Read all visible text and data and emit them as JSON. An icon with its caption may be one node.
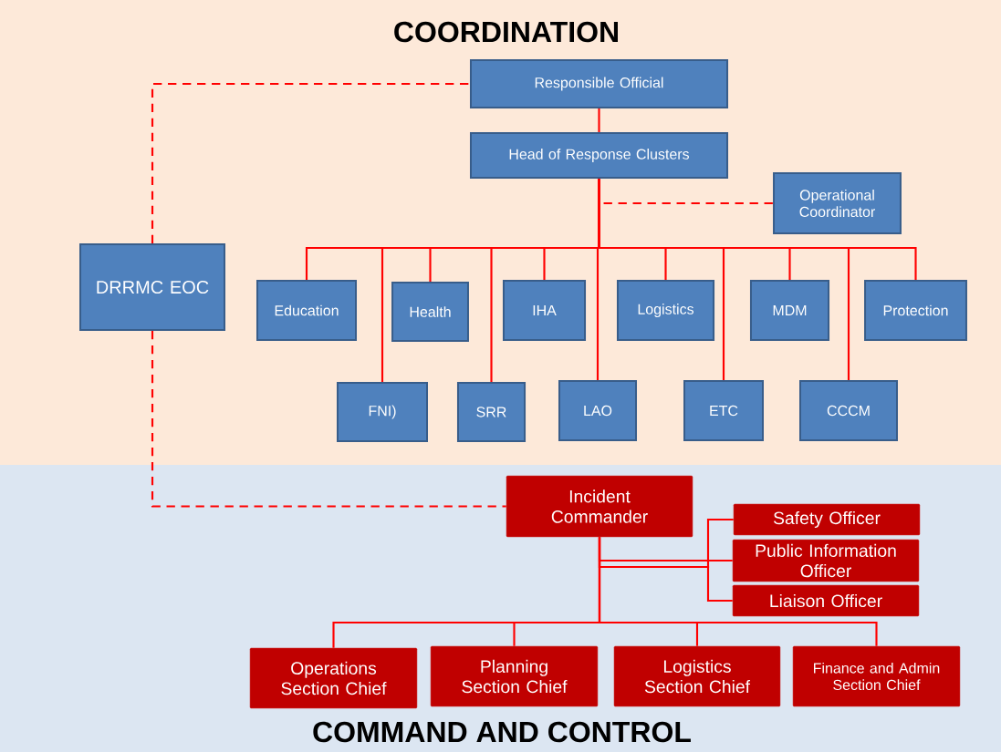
{
  "diagram": {
    "nodes": [
      {
        "text": [
          "COORDINATION"
        ]
      },
      {
        "text": [
          "Responsible Official"
        ],
        "in": 0
      },
      {
        "text": [
          "Head of Response Clusters"
        ],
        "in": 0
      },
      {
        "text": [
          "Operational Coordinator"
        ],
        "in": 0
      },
      {
        "text": [
          "DRRMC EOC"
        ],
        "in": 0
      },
      {
        "text": [
          "Education"
        ],
        "in": 0
      },
      {
        "text": [
          "FNI)"
        ],
        "in": 0
      },
      {
        "text": [
          "Health"
        ],
        "in": 0
      },
      {
        "text": [
          "SRR"
        ],
        "in": 0
      },
      {
        "text": [
          "IHA"
        ],
        "in": 0
      },
      {
        "text": [
          "LAO"
        ],
        "in": 0
      },
      {
        "text": [
          "Logistics"
        ],
        "in": 0
      },
      {
        "text": [
          "ETC"
        ],
        "in": 0
      },
      {
        "text": [
          "MDM"
        ],
        "in": 0
      },
      {
        "text": [
          "CCCM"
        ],
        "in": 0
      },
      {
        "text": [
          "Protection"
        ],
        "in": 0
      },
      {
        "text": [
          "COMMAND AND CONTROL"
        ]
      },
      {
        "text": [
          "Incident Commander"
        ],
        "in": 16
      },
      {
        "text": [
          "Safety Officer"
        ],
        "in": 16
      },
      {
        "text": [
          "Public Information Officer"
        ],
        "in": 16
      },
      {
        "text": [
          "Liaison Officer"
        ],
        "in": 16
      },
      {
        "text": [
          "Operations Section Chief"
        ],
        "in": 16
      },
      {
        "text": [
          "Planning Section Chief"
        ],
        "in": 16
      },
      {
        "text": [
          "Logistics Section Chief"
        ],
        "in": 16
      },
      {
        "text": [
          "Finance and Admin Section Chief"
        ],
        "in": 16
      }
    ],
    "edges": [
      {
        "from": 1,
        "to": 2,
        "arrow": "none"
      },
      {
        "from": 4,
        "to": 1,
        "arrow": "none",
        "style": "dashed"
      },
      {
        "from": 2,
        "to": 3,
        "arrow": "none",
        "style": "dashed"
      },
      {
        "from": 2,
        "to": 5,
        "arrow": "none"
      },
      {
        "from": 2,
        "to": 6,
        "arrow": "none"
      },
      {
        "from": 2,
        "to": 7,
        "arrow": "none"
      },
      {
        "from": 2,
        "to": 8,
        "arrow": "none"
      },
      {
        "from": 2,
        "to": 9,
        "arrow": "none"
      },
      {
        "from": 2,
        "to": 10,
        "arrow": "none"
      },
      {
        "from": 2,
        "to": 11,
        "arrow": "none"
      },
      {
        "from": 2,
        "to": 12,
        "arrow": "none"
      },
      {
        "from": 2,
        "to": 13,
        "arrow": "none"
      },
      {
        "from": 2,
        "to": 14,
        "arrow": "none"
      },
      {
        "from": 2,
        "to": 15,
        "arrow": "none"
      },
      {
        "from": 4,
        "to": 17,
        "arrow": "none",
        "style": "dashed"
      },
      {
        "from": 17,
        "to": 18,
        "arrow": "none"
      },
      {
        "from": 17,
        "to": 19,
        "arrow": "none"
      },
      {
        "from": 17,
        "to": 20,
        "arrow": "none"
      },
      {
        "from": 17,
        "to": 21,
        "arrow": "none"
      },
      {
        "from": 17,
        "to": 22,
        "arrow": "none"
      },
      {
        "from": 17,
        "to": 23,
        "arrow": "none"
      },
      {
        "from": 17,
        "to": 24,
        "arrow": "none"
      }
    ]
  }
}
